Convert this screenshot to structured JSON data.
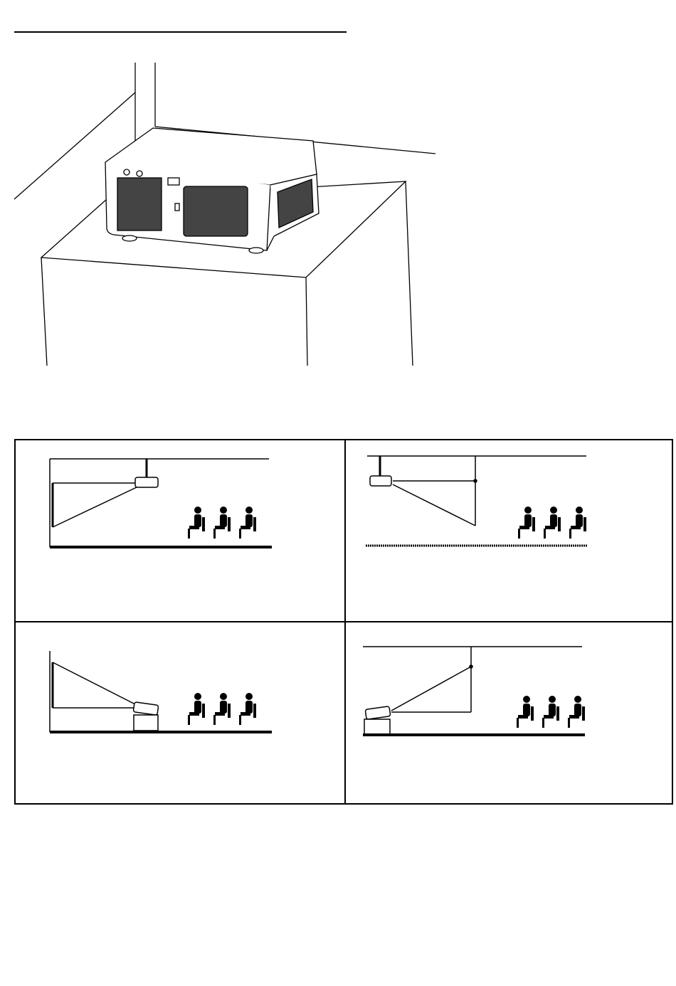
{
  "header": {
    "rule": "section-title-rule"
  },
  "hero": {
    "subject": "projector-on-desk",
    "icon": "projector-icon"
  },
  "diagrams": [
    {
      "id": "front-ceiling",
      "mount": "ceiling",
      "projection": "front",
      "caption": ""
    },
    {
      "id": "rear-ceiling",
      "mount": "ceiling",
      "projection": "rear",
      "caption": ""
    },
    {
      "id": "front-table",
      "mount": "table",
      "projection": "front",
      "caption": ""
    },
    {
      "id": "rear-table",
      "mount": "table",
      "projection": "rear",
      "caption": ""
    }
  ],
  "colors": {
    "line": "#000000",
    "background": "#ffffff"
  }
}
